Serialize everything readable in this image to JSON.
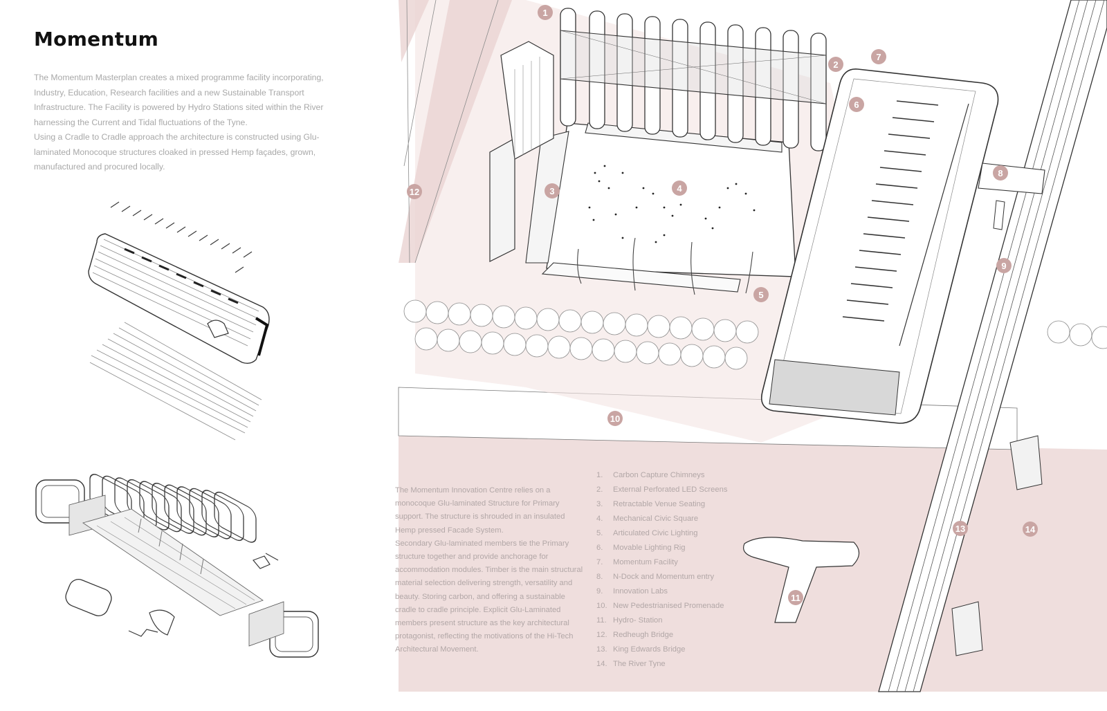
{
  "title": "Momentum",
  "intro": {
    "paragraph_1": "The Momentum Masterplan creates a mixed programme facility incorporating, Industry, Education, Research facilities and a new Sustainable Transport Infrastructure. The Facility is powered by Hydro Stations sited within the River harnessing the Current and Tidal fluctuations of the Tyne.",
    "paragraph_2": "Using a Cradle to Cradle approach the architecture is constructed using Glu-laminated Monocoque structures cloaked in pressed Hemp façades, grown, manufactured and procured locally."
  },
  "structure_text": {
    "paragraph_1": "The Momentum Innovation Centre relies on a monocoque Glu-laminated Structure for Primary support. The structure is shrouded in an insulated Hemp pressed Facade System.",
    "paragraph_2": "Secondary Glu-laminated members tie the Primary structure together and provide anchorage for accommodation modules. Timber is the main structural material selection delivering strength, versatility and beauty. Storing carbon, and offering a sustainable cradle to cradle principle. Explicit Glu-Laminated members present structure as the key architectural protagonist, reflecting the motivations of the Hi-Tech Architectural Movement."
  },
  "legend": [
    {
      "num": "1.",
      "label": "Carbon Capture Chimneys"
    },
    {
      "num": "2.",
      "label": "External Perforated LED Screens"
    },
    {
      "num": "3.",
      "label": "Retractable Venue Seating"
    },
    {
      "num": "4.",
      "label": "Mechanical Civic Square"
    },
    {
      "num": "5.",
      "label": "Articulated Civic Lighting"
    },
    {
      "num": "6.",
      "label": "Movable Lighting Rig"
    },
    {
      "num": "7.",
      "label": "Momentum Facility"
    },
    {
      "num": "8.",
      "label": "N-Dock and Momentum entry"
    },
    {
      "num": "9.",
      "label": "Innovation Labs"
    },
    {
      "num": "10.",
      "label": "New Pedestrianised Promenade"
    },
    {
      "num": "11.",
      "label": "Hydro- Station"
    },
    {
      "num": "12.",
      "label": "Redheugh Bridge"
    },
    {
      "num": "13.",
      "label": "King Edwards Bridge"
    },
    {
      "num": "14.",
      "label": "The River Tyne"
    }
  ],
  "markers": [
    "1",
    "2",
    "3",
    "4",
    "5",
    "6",
    "7",
    "8",
    "9",
    "10",
    "11",
    "12",
    "13",
    "14"
  ],
  "colors": {
    "marker_fill": "#c9a5a3",
    "river_tint": "#ead3d2",
    "ground_tint": "#f3e4e3",
    "line": "#3a3a3a",
    "body_text": "#a8a8a8"
  }
}
